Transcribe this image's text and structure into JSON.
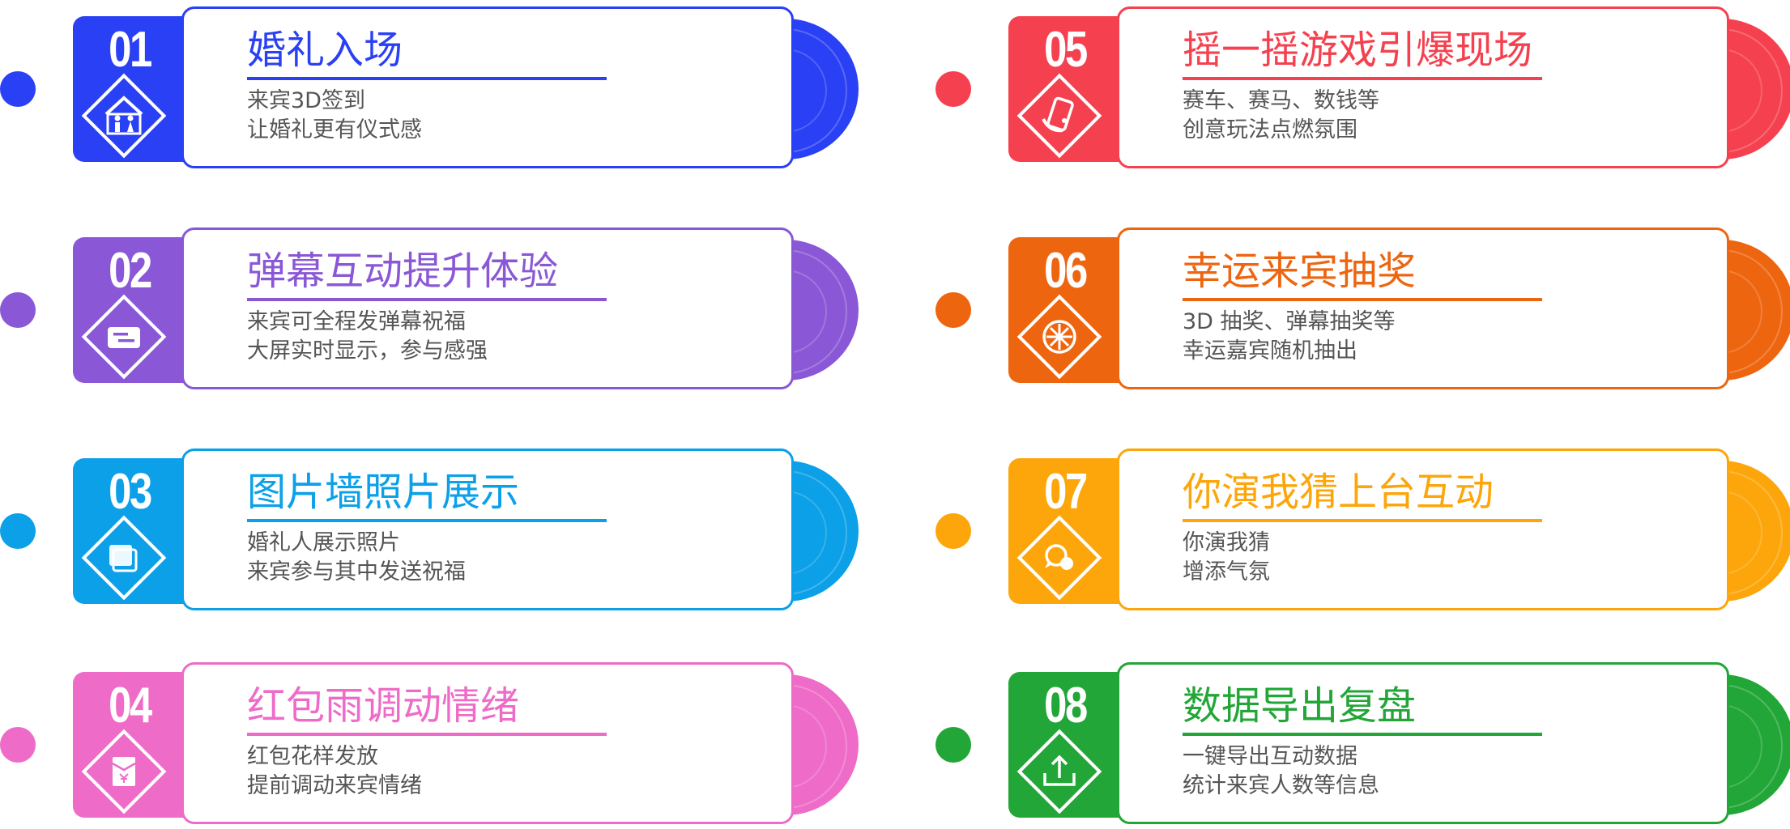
{
  "items": [
    {
      "number": "01",
      "title": "婚礼入场",
      "line1": "来宾3D签到",
      "line2": "让婚礼更有仪式感",
      "color": "#2A40F5",
      "icon": "wedding-couple-icon"
    },
    {
      "number": "02",
      "title": "弹幕互动提升体验",
      "line1": "来宾可全程发弹幕祝福",
      "line2": "大屏实时显示，参与感强",
      "color": "#8A58D6",
      "icon": "bullet-comment-icon"
    },
    {
      "number": "03",
      "title": "图片墙照片展示",
      "line1": "婚礼人展示照片",
      "line2": "来宾参与其中发送祝福",
      "color": "#0BA0E8",
      "icon": "photo-stack-icon"
    },
    {
      "number": "04",
      "title": "红包雨调动情绪",
      "line1": "红包花样发放",
      "line2": "提前调动来宾情绪",
      "color": "#EE6CC8",
      "icon": "red-envelope-icon"
    },
    {
      "number": "05",
      "title": "摇一摇游戏引爆现场",
      "line1": "赛车、赛马、数钱等",
      "line2": "创意玩法点燃氛围",
      "color": "#F5414F",
      "icon": "shake-phone-icon"
    },
    {
      "number": "06",
      "title": "幸运来宾抽奖",
      "line1": "3D 抽奖、弹幕抽奖等",
      "line2": "幸运嘉宾随机抽出",
      "color": "#EE6510",
      "icon": "lottery-wheel-icon"
    },
    {
      "number": "07",
      "title": "你演我猜上台互动",
      "line1": "你演我猜",
      "line2": "增添气氛",
      "color": "#FDA60B",
      "icon": "chat-bubbles-icon"
    },
    {
      "number": "08",
      "title": "数据导出复盘",
      "line1": "一键导出互动数据",
      "line2": "统计来宾人数等信息",
      "color": "#22A637",
      "icon": "export-tray-icon"
    }
  ]
}
